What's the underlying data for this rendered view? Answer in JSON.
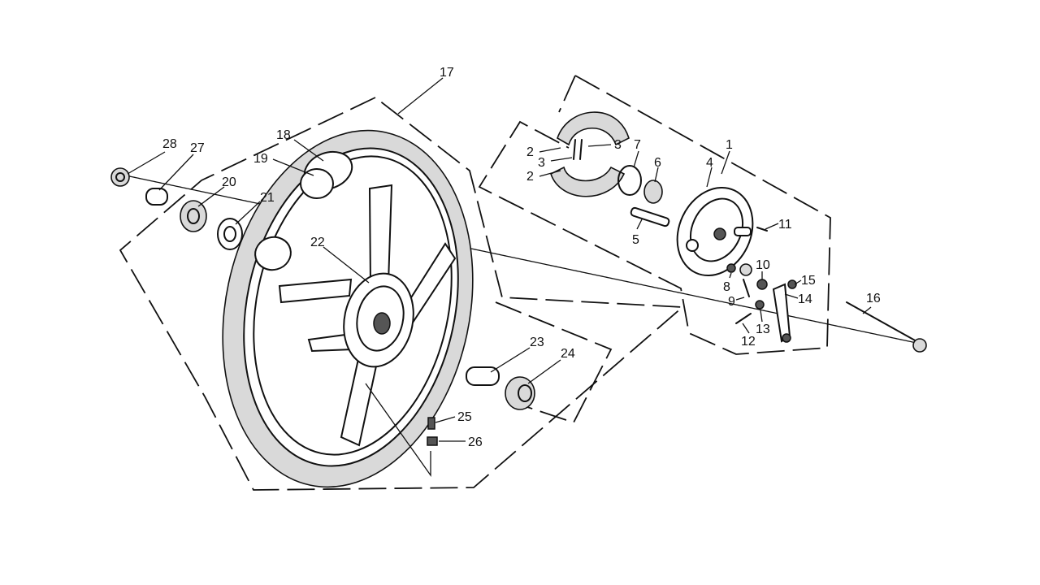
{
  "callouts": {
    "c1": "1",
    "c2a": "2",
    "c2b": "2",
    "c3a": "3",
    "c3b": "3",
    "c4": "4",
    "c5": "5",
    "c6": "6",
    "c7": "7",
    "c8": "8",
    "c9": "9",
    "c10": "10",
    "c11": "11",
    "c12": "12",
    "c13": "13",
    "c14": "14",
    "c15": "15",
    "c16": "16",
    "c17": "17",
    "c18": "18",
    "c19": "19",
    "c20": "20",
    "c21": "21",
    "c22": "22",
    "c23": "23",
    "c24": "24",
    "c25": "25",
    "c26": "26",
    "c27": "27",
    "c28": "28"
  }
}
